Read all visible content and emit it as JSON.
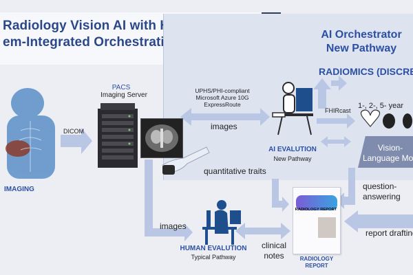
{
  "title": {
    "line1": "Radiology Vision AI with Health",
    "line2": "em-Integrated Orchestration"
  },
  "orchestrator": {
    "line1": "AI Orchestrator",
    "line2": "New Pathway"
  },
  "radiomics": "RADIOMICS (DISCRETE",
  "pacs": {
    "line1": "PACS",
    "line2": "Imaging Server"
  },
  "network": {
    "line1": "UPHS/PHI-compliant",
    "line2": "Microsoft Azure 10G",
    "line3": "ExpressRoute"
  },
  "labels": {
    "dicom": "DICOM",
    "imaging": "IMAGING",
    "images_top": "images",
    "images_bottom": "images",
    "fhircast": "FHIRcast",
    "years": "1-, 2-, 5- year",
    "quantitative": "quantitative traits",
    "question_line1": "question-",
    "question_line2": "answering",
    "clinical_line1": "clinical",
    "clinical_line2": "notes",
    "report_drafting": "report drafting"
  },
  "ai_eval": {
    "title": "AI EVALUTION",
    "sub": "New Pathway"
  },
  "human_eval": {
    "title": "HUMAN EVALUTION",
    "sub": "Typical Pathway"
  },
  "vlm": {
    "line1": "Vision-",
    "line2": "Language Mod"
  },
  "report": {
    "header": "RADIOLOGY REPORT",
    "caption_line1": "RADIOLOGY",
    "caption_line2": "REPORT"
  },
  "colors": {
    "accent": "#2c4fa3",
    "arrow": "#b9c6e4",
    "panel": "#dde4f0",
    "title_bar": "#2f3f5a"
  }
}
